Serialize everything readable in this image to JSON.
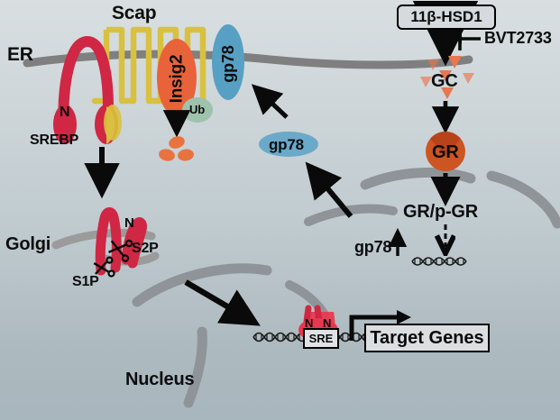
{
  "figure": {
    "type": "biological-pathway-diagram",
    "background_top_color": "#d9dfe1",
    "background_bottom_color": "#a8b6bd"
  },
  "compartments": {
    "er_label": "ER",
    "golgi_label": "Golgi",
    "nucleus_label": "Nucleus",
    "membrane_color": "#7f7f7f"
  },
  "er_complex": {
    "scap_label": "Scap",
    "scap_color": "#d9c13f",
    "srebp_label": "SREBP",
    "srebp_color": "#cf2744",
    "srebp_n_label": "N",
    "insig2_label": "Insig2",
    "insig2_color": "#e8633a",
    "ub_label": "Ub",
    "ub_color": "#9ec2ae",
    "gp78_membrane_label": "gp78",
    "gp78_color": "#57a0c4"
  },
  "golgi_processing": {
    "s1p_label": "S1P",
    "s2p_label": "S2P",
    "n_label": "N",
    "protease_icon": "scissors-icon"
  },
  "gp78_induction": {
    "free_gp78_label": "gp78",
    "upregulated_label": "gp78",
    "up_arrow_glyph": "↑"
  },
  "gc_pathway": {
    "enzyme_label": "11β-HSD1",
    "inhibitor_label": "BVT2733",
    "gc_label": "GC",
    "gc_color": "#e8764f",
    "gr_label": "GR",
    "gr_color": "#cc5522",
    "gr_pgr_label": "GR/p-GR"
  },
  "nucleus_content": {
    "sre_label": "SRE",
    "target_genes_label": "Target Genes",
    "srebp_n_left_label": "N",
    "srebp_n_right_label": "N",
    "dna_icon": "dna-helix-icon"
  }
}
